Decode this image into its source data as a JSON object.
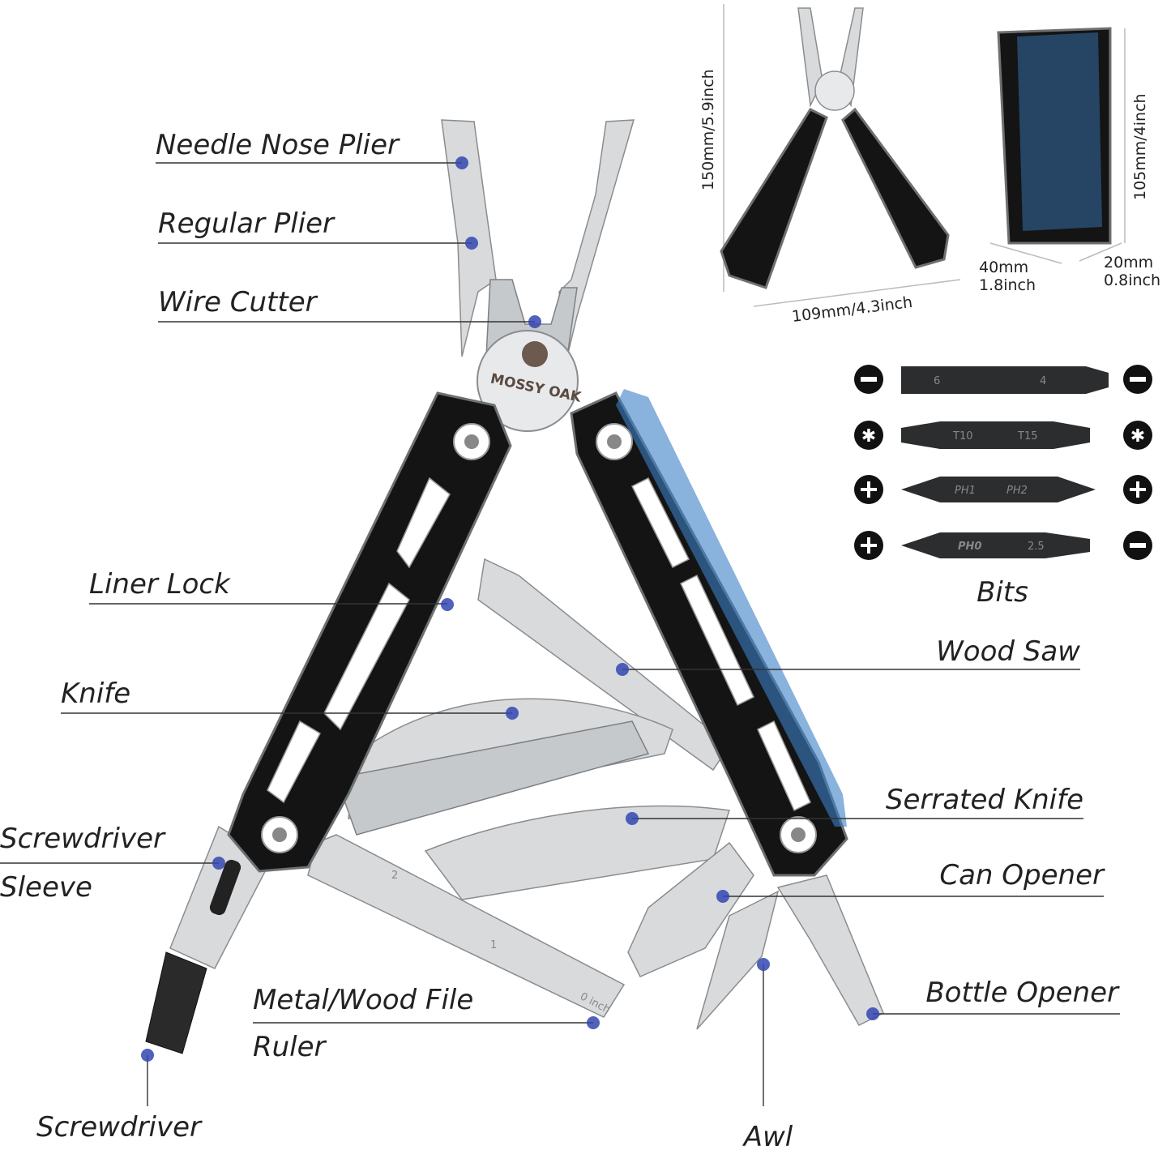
{
  "brand": "MOSSY OAK",
  "labels": {
    "needle_nose_plier": "Needle Nose Plier",
    "regular_plier": "Regular Plier",
    "wire_cutter": "Wire Cutter",
    "liner_lock": "Liner Lock",
    "knife": "Knife",
    "screwdriver_sleeve_1": "Screwdriver",
    "screwdriver_sleeve_2": "Sleeve",
    "metal_wood_file": "Metal/Wood File",
    "ruler": "Ruler",
    "screwdriver": "Screwdriver",
    "wood_saw": "Wood Saw",
    "serrated_knife": "Serrated Knife",
    "can_opener": "Can Opener",
    "bottle_opener": "Bottle Opener",
    "awl": "Awl",
    "bits": "Bits"
  },
  "dimensions": {
    "open_height": "150mm/5.9inch",
    "open_width": "109mm/4.3inch",
    "closed_height": "105mm/4inch",
    "closed_width_mm": "40mm",
    "closed_width_in": "1.8inch",
    "closed_depth_mm": "20mm",
    "closed_depth_in": "0.8inch"
  },
  "bits": [
    {
      "left_icon": "slotted-icon",
      "left_size": "6",
      "right_size": "4",
      "right_icon": "slotted-icon"
    },
    {
      "left_icon": "torx-icon",
      "left_size": "T10",
      "right_size": "T15",
      "right_icon": "torx-icon"
    },
    {
      "left_icon": "phillips-icon",
      "left_size": "PH1",
      "right_size": "PH2",
      "right_icon": "phillips-icon"
    },
    {
      "left_icon": "phillips-icon",
      "left_size": "PH0",
      "right_size": "2.5",
      "right_icon": "slotted-icon"
    }
  ],
  "ruler_marks": [
    "2",
    "1",
    "0 inch"
  ],
  "colors": {
    "handle": "#141414",
    "steel": "#d8dadc",
    "dot": "#3346b0",
    "accent_blue": "#3b7fc4"
  }
}
